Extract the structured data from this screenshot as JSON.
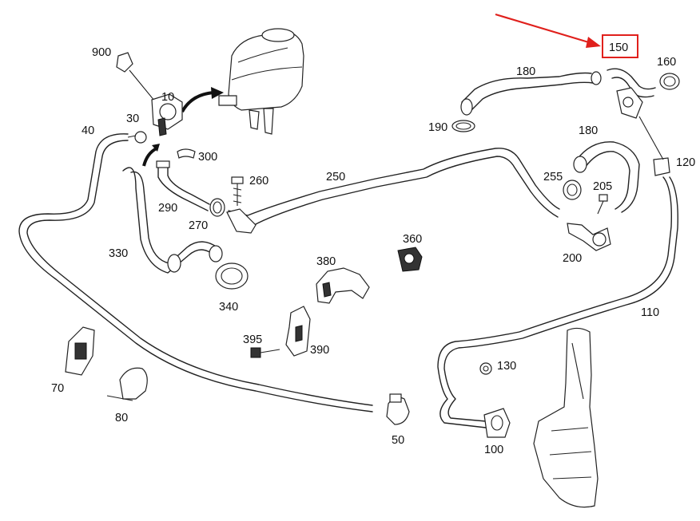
{
  "highlight": {
    "label": "150",
    "box_color": "#e0201c",
    "arrow_color": "#e0201c"
  },
  "labels": {
    "p900": "900",
    "p10": "10",
    "p30": "30",
    "p40": "40",
    "p300": "300",
    "p260": "260",
    "p290": "290",
    "p270": "270",
    "p250": "250",
    "p330": "330",
    "p340": "340",
    "p360": "360",
    "p380": "380",
    "p395": "395",
    "p390": "390",
    "p70": "70",
    "p80": "80",
    "p50": "50",
    "p100": "100",
    "p130": "130",
    "p110": "110",
    "p120": "120",
    "p200": "200",
    "p205": "205",
    "p255": "255",
    "p180a": "180",
    "p180b": "180",
    "p190": "190",
    "p150": "150",
    "p160": "160"
  },
  "colors": {
    "line": "#222222",
    "background": "#ffffff"
  }
}
